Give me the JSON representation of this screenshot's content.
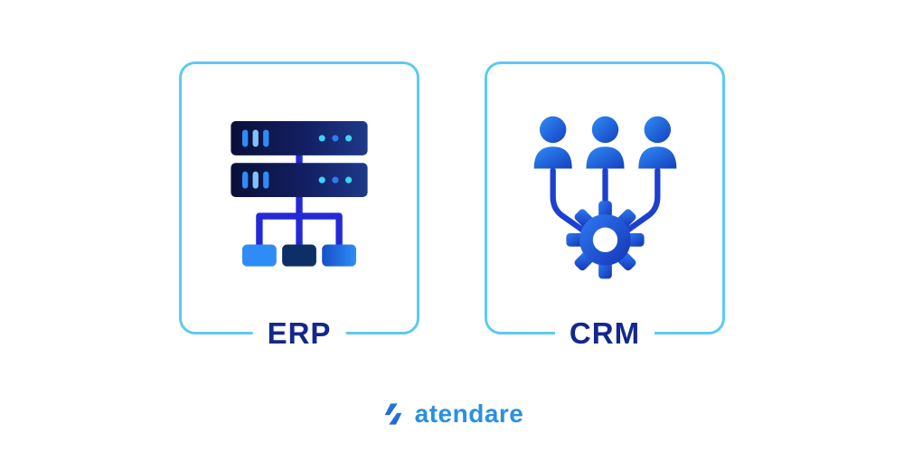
{
  "page": {
    "background": "#ffffff",
    "description": "ERP vs CRM comparison diagram with atendare logo"
  },
  "cards": [
    {
      "id": "erp",
      "label": "ERP",
      "icon": "erp-server-hierarchy-icon"
    },
    {
      "id": "crm",
      "label": "CRM",
      "icon": "crm-users-gear-icon"
    }
  ],
  "logo": {
    "text": "atendare",
    "icon": "atendare-logo-icon"
  },
  "colors": {
    "card_border": "#5ec9f2",
    "card_label": "#14278c",
    "logo_blue": "#2b8fe3",
    "icon_navy": "#0c1440",
    "icon_blue": "#2f7bf0",
    "connector_blue": "#2329d6",
    "accent_cyan": "#39d5f5"
  }
}
